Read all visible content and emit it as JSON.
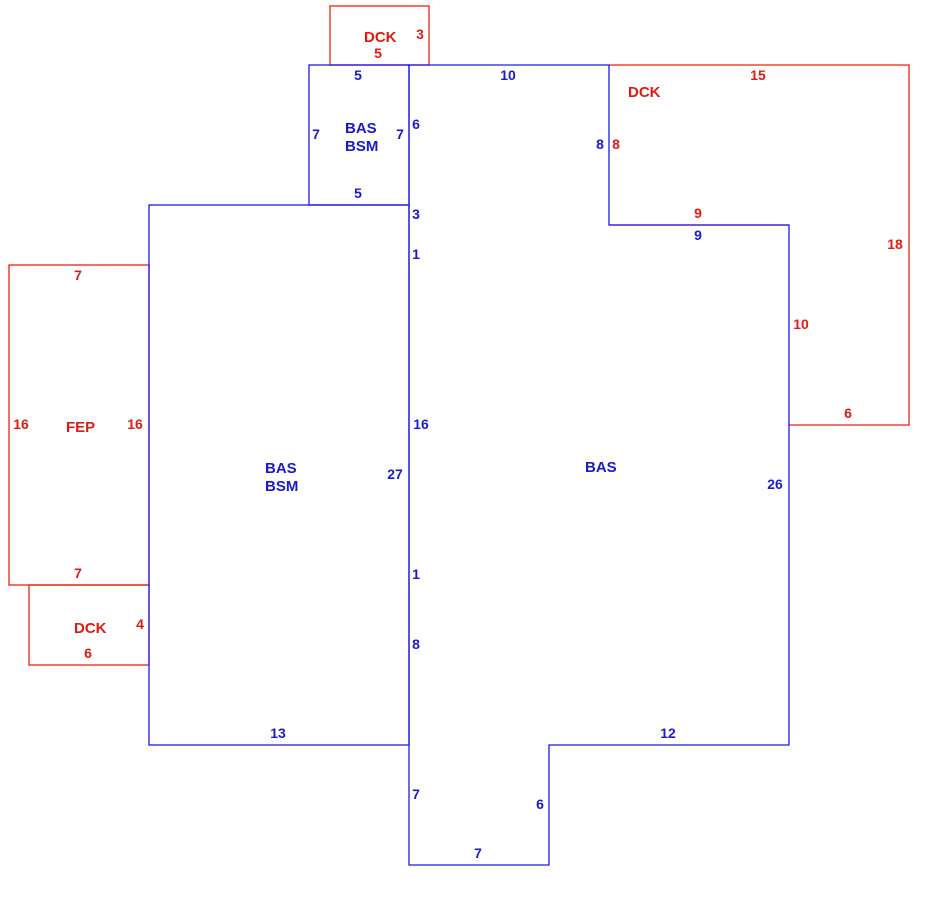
{
  "colors": {
    "living_area": "#1a1aee",
    "exterior": "#ee2010"
  },
  "areas": {
    "top_bas": {
      "line1": "BAS",
      "line2": "BSM"
    },
    "left_bas": {
      "line1": "BAS",
      "line2": "BSM"
    },
    "main_bas": {
      "line1": "BAS"
    },
    "fep": {
      "label": "FEP"
    },
    "dck_top": {
      "label": "DCK"
    },
    "dck_right": {
      "label": "DCK"
    },
    "dck_left": {
      "label": "DCK"
    }
  },
  "dimensions": {
    "top_bas_top": "5",
    "top_bas_left": "7",
    "top_bas_right": "7",
    "top_bas_bottom": "5",
    "main_top": "10",
    "main_upper_left_6": "6",
    "main_left_3": "3",
    "main_left_1a": "1",
    "main_left_16": "16",
    "main_left_1b": "1",
    "main_left_8": "8",
    "main_left_7": "7",
    "main_inner_8": "8",
    "main_step_9": "9",
    "main_right_26": "26",
    "main_bottom_12": "12",
    "main_notch_6": "6",
    "main_notch_7": "7",
    "left_bas_27": "27",
    "left_bas_13": "13",
    "dck_top_3": "3",
    "dck_top_5": "5",
    "dck_right_15": "15",
    "dck_right_8": "8",
    "dck_right_9": "9",
    "dck_right_18": "18",
    "dck_right_10": "10",
    "dck_right_6": "6",
    "fep_top_7": "7",
    "fep_left_16": "16",
    "fep_right_16": "16",
    "fep_bottom_7": "7",
    "dck_left_4": "4",
    "dck_left_6": "6"
  }
}
